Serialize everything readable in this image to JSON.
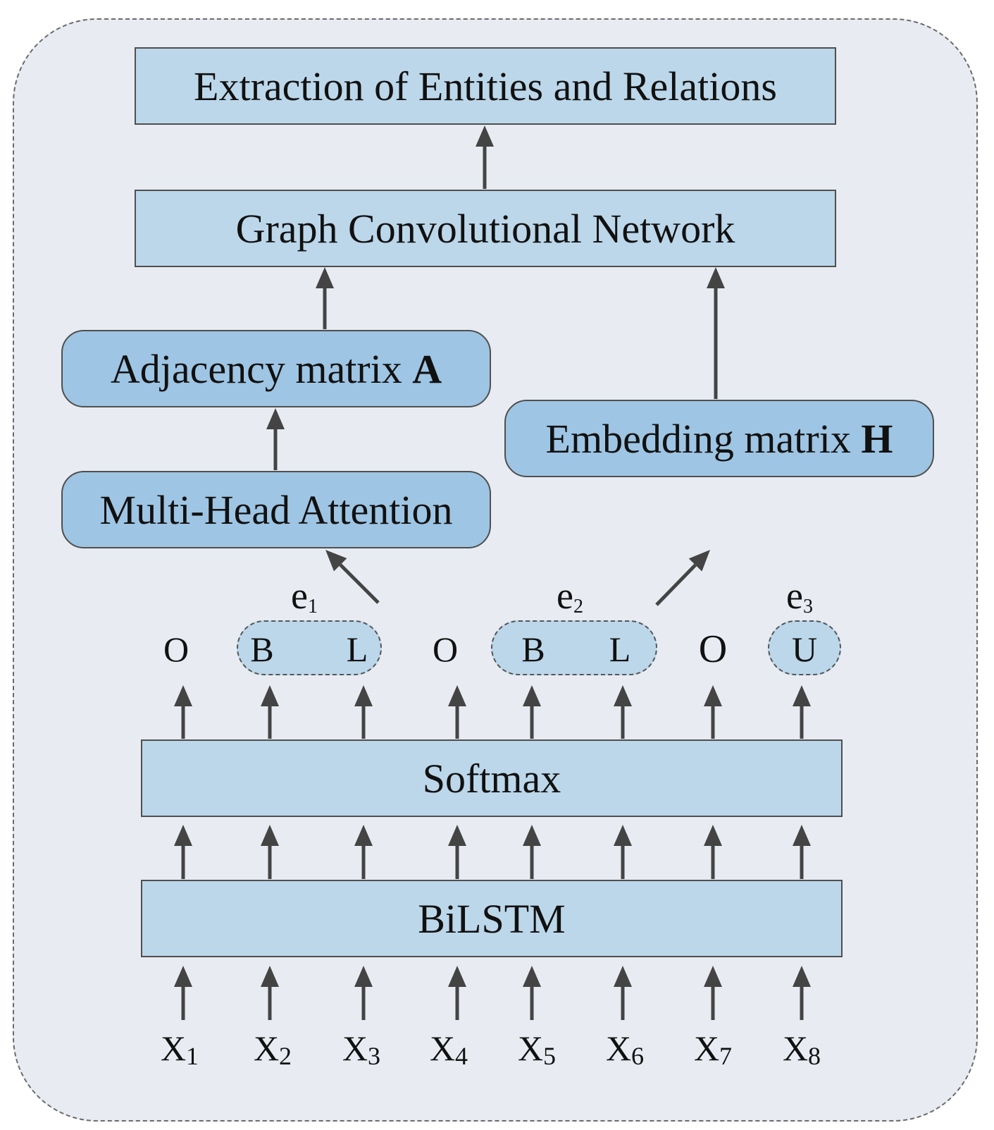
{
  "diagram": {
    "output_box": "Extraction of Entities and Relations",
    "gcn_box": "Graph Convolutional Network",
    "adjacency": {
      "label": "Adjacency matrix ",
      "symbol": "A"
    },
    "embedding": {
      "label": "Embedding matrix ",
      "symbol": "H"
    },
    "attention_box": "Multi-Head Attention",
    "softmax_box": "Softmax",
    "bilstm_box": "BiLSTM",
    "entities": [
      {
        "base": "e",
        "sub": "1"
      },
      {
        "base": "e",
        "sub": "2"
      },
      {
        "base": "e",
        "sub": "3"
      }
    ],
    "tags": [
      "O",
      "B",
      "L",
      "O",
      "B",
      "L",
      "O",
      "U"
    ],
    "inputs": [
      {
        "base": "X",
        "sub": "1"
      },
      {
        "base": "X",
        "sub": "2"
      },
      {
        "base": "X",
        "sub": "3"
      },
      {
        "base": "X",
        "sub": "4"
      },
      {
        "base": "X",
        "sub": "5"
      },
      {
        "base": "X",
        "sub": "6"
      },
      {
        "base": "X",
        "sub": "7"
      },
      {
        "base": "X",
        "sub": "8"
      }
    ],
    "colors": {
      "panel": "#e8ecf2",
      "box": "#bcd7ea",
      "rounded_box": "#9ec5e3",
      "arrow": "#444444"
    }
  }
}
